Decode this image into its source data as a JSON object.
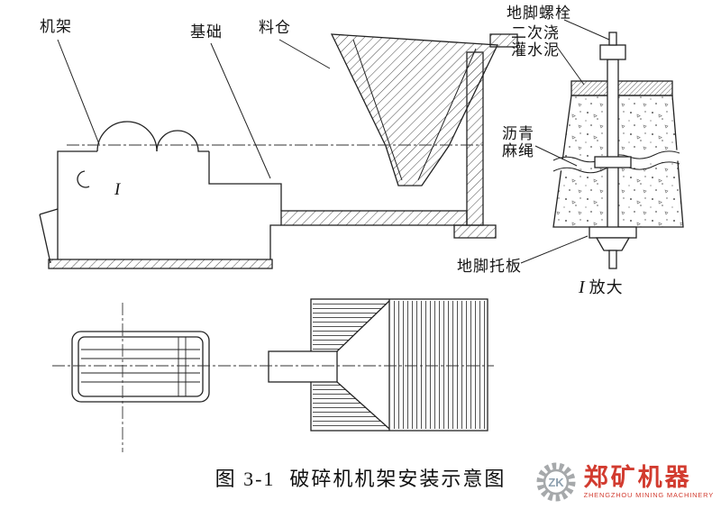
{
  "figure": {
    "caption": {
      "number": "图 3-1",
      "title": "破碎机机架安装示意图"
    },
    "detail_marker": "I",
    "detail_view": {
      "marker": "I",
      "suffix": "放大"
    }
  },
  "callouts": {
    "frame": "机架",
    "foundation": "基础",
    "hopper": "料仓",
    "anchor_bolt": "地脚螺栓",
    "secondary_grout": {
      "line1": "二次浇",
      "line2": "灌水泥"
    },
    "asphalt_rope": {
      "line1": "沥青",
      "line2": "麻绳"
    },
    "anchor_support_plate": "地脚托板"
  },
  "logo": {
    "monogram": "ZK",
    "company": "郑矿机器",
    "tagline": "ZHENGZHOU MINING MACHINERY"
  },
  "colors": {
    "line": "#222222",
    "logo_red": "#d23b2f",
    "logo_gray": "#a6a9ab",
    "background": "#ffffff"
  }
}
